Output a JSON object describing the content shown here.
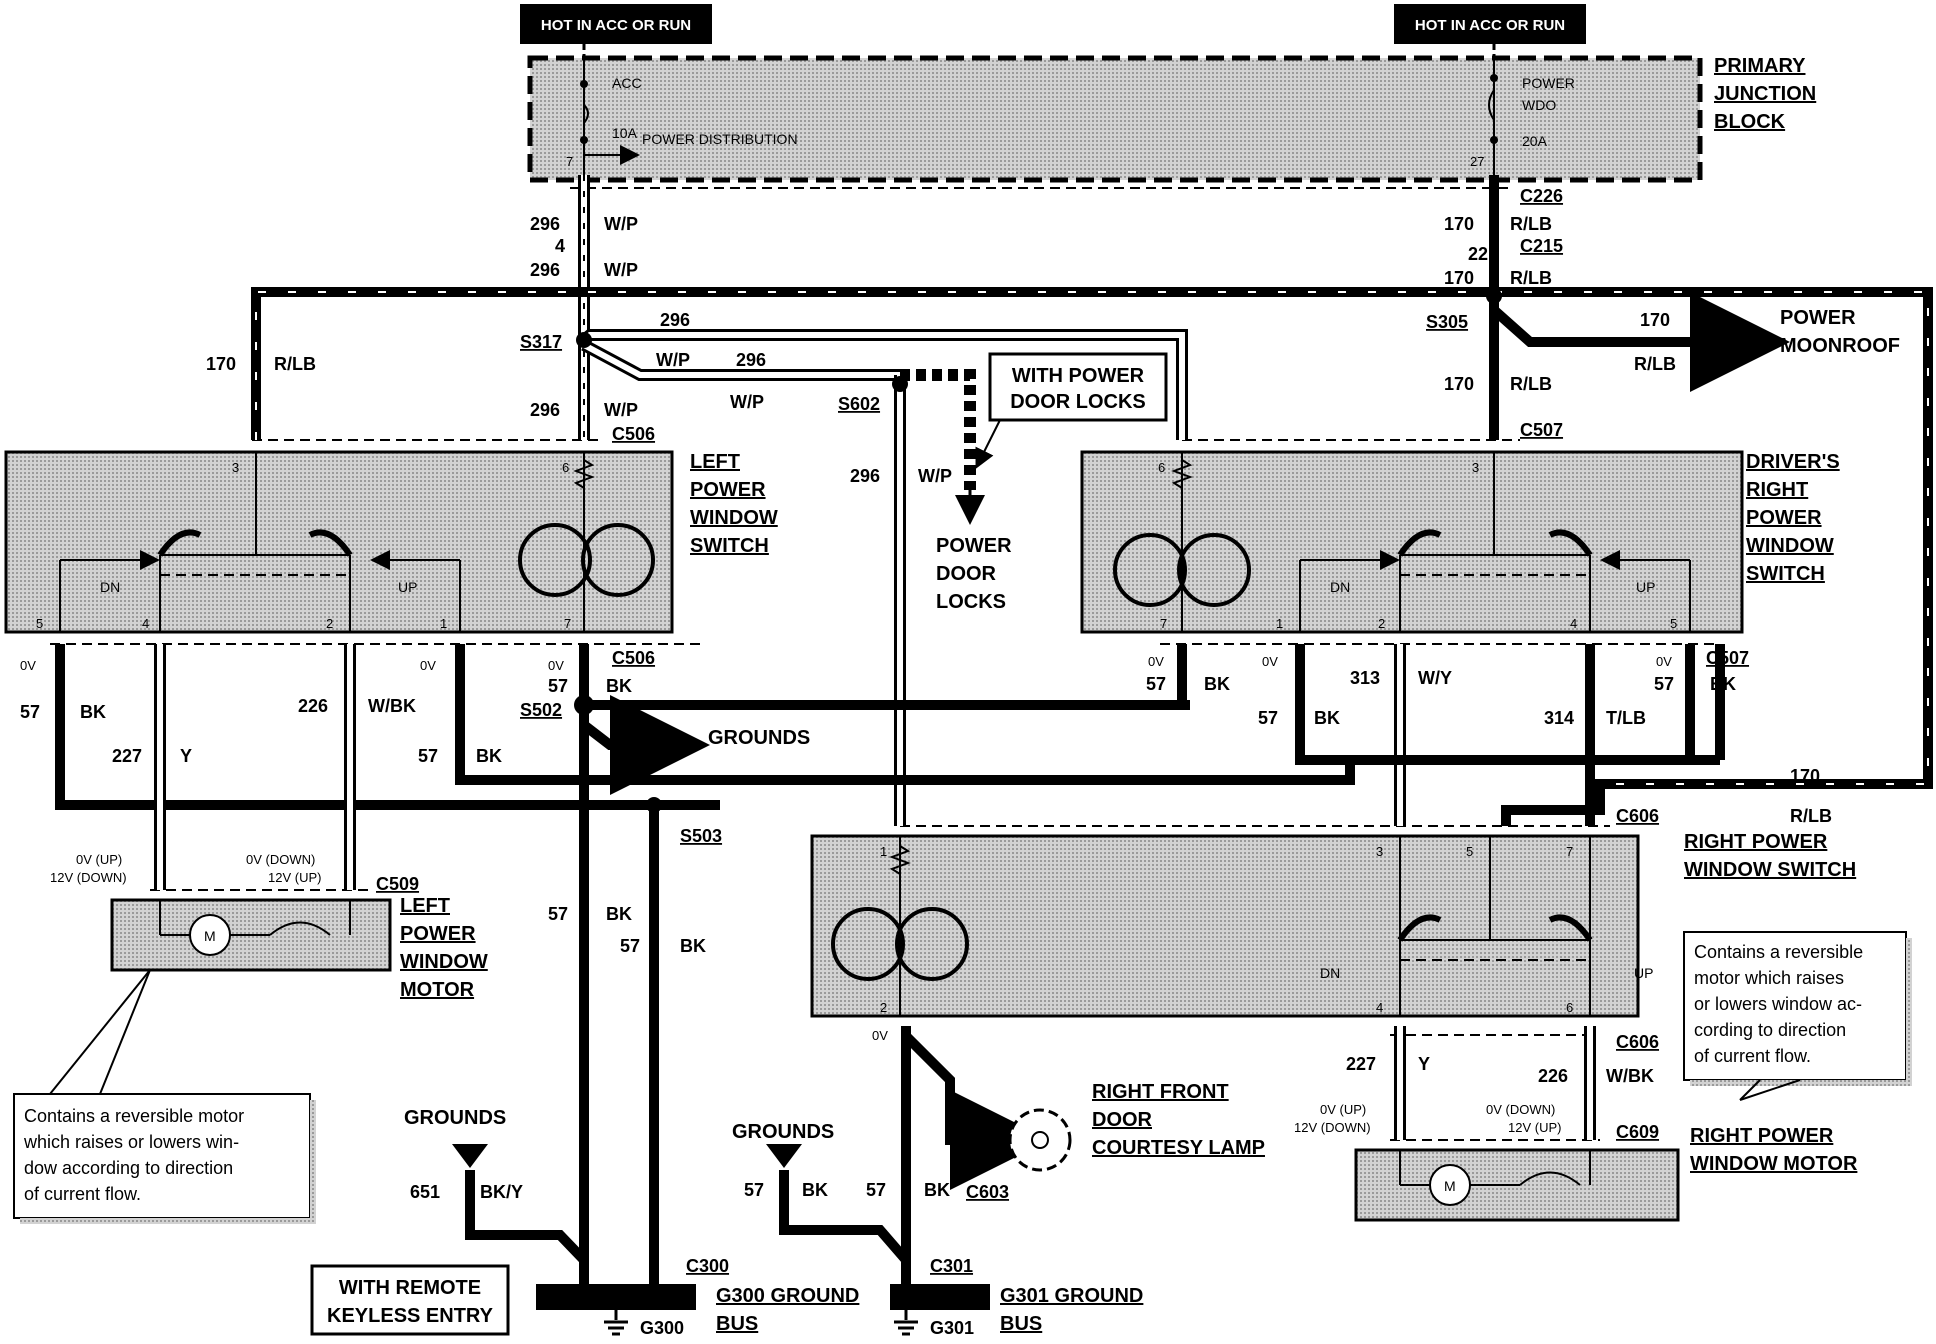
{
  "hot_labels": {
    "left": "HOT IN ACC OR RUN",
    "right": "HOT IN ACC OR RUN"
  },
  "junction_block": {
    "title": [
      "PRIMARY",
      "JUNCTION",
      "BLOCK"
    ],
    "acc": "ACC",
    "fuse_left": "10A",
    "power_distribution": "POWER DISTRIBUTION",
    "pin_left": "7",
    "power_wdo": [
      "POWER",
      "WDO"
    ],
    "fuse_right": "20A",
    "pin_right": "27"
  },
  "connectors": {
    "c226": "C226",
    "c215": "C215",
    "c506": "C506",
    "c507": "C507",
    "c509": "C509",
    "c606": "C606",
    "c609": "C609",
    "c603": "C603",
    "c300": "C300",
    "c301": "C301"
  },
  "splices": {
    "s317": "S317",
    "s305": "S305",
    "s602": "S602",
    "s502": "S502",
    "s503": "S503"
  },
  "wires": {
    "w296": "296",
    "w4": "4",
    "w22": "22",
    "w170": "170",
    "w57": "57",
    "w227": "227",
    "w226": "226",
    "w313": "313",
    "w314": "314",
    "w651": "651",
    "wp": "W/P",
    "rlb": "R/LB",
    "bk": "BK",
    "y": "Y",
    "wbk": "W/BK",
    "wy": "W/Y",
    "tlb": "T/LB",
    "bky": "BK/Y"
  },
  "volts": {
    "zero": "0V",
    "up0": "0V (UP)",
    "down12": "12V (DOWN)",
    "down0": "0V (DOWN)",
    "up12": "12V (UP)"
  },
  "components": {
    "left_switch": [
      "LEFT",
      "POWER",
      "WINDOW",
      "SWITCH"
    ],
    "drivers_right_switch": [
      "DRIVER'S",
      "RIGHT",
      "POWER",
      "WINDOW",
      "SWITCH"
    ],
    "right_switch": [
      "RIGHT POWER",
      "WINDOW SWITCH"
    ],
    "left_motor": [
      "LEFT",
      "POWER",
      "WINDOW",
      "MOTOR"
    ],
    "right_motor": [
      "RIGHT POWER",
      "WINDOW MOTOR"
    ],
    "power_moonroof": [
      "POWER",
      "MOONROOF"
    ],
    "power_door_locks": [
      "POWER",
      "DOOR",
      "LOCKS"
    ],
    "with_power_door_locks": [
      "WITH POWER",
      "DOOR LOCKS"
    ],
    "courtesy_lamp": [
      "RIGHT FRONT",
      "DOOR",
      "COURTESY LAMP"
    ],
    "with_remote_keyless": [
      "WITH REMOTE",
      "KEYLESS ENTRY"
    ],
    "grounds": "GROUNDS",
    "g300_bus": [
      "G300 GROUND",
      "BUS"
    ],
    "g301_bus": [
      "G301 GROUND",
      "BUS"
    ],
    "g300": "G300",
    "g301": "G301",
    "dn": "DN",
    "up": "UP",
    "m": "M"
  },
  "notes": {
    "left": [
      "Contains a reversible motor",
      "which raises or lowers win-",
      "dow according to direction",
      "of current flow."
    ],
    "right": [
      "Contains a reversible",
      "motor which raises",
      "or lowers window ac-",
      "cording to direction",
      "of current flow."
    ]
  },
  "pins": {
    "lsw": [
      "3",
      "6",
      "5",
      "4",
      "2",
      "1",
      "7"
    ],
    "dsw": [
      "6",
      "3",
      "7",
      "1",
      "2",
      "4",
      "5"
    ],
    "rsw": [
      "1",
      "3",
      "5",
      "7",
      "2",
      "4",
      "6"
    ]
  }
}
